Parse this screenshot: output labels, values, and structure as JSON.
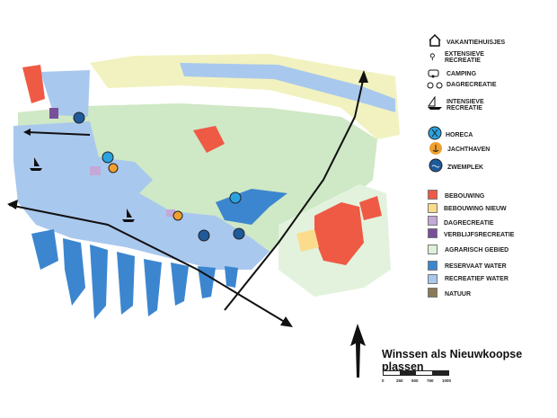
{
  "title": "Winssen als Nieuwkoopse plassen",
  "symbol_legend": [
    {
      "icon": "house-icon",
      "label": "VAKANTIEHUISJES"
    },
    {
      "icon": "extensive-recreation-icon",
      "label_line1": "EXTENSIEVE",
      "label_line2": "RECREATIE"
    },
    {
      "icon": "caravan-icon",
      "label": "CAMPING"
    },
    {
      "icon": "bicycle-icon",
      "label": "DAGRECREATIE"
    },
    {
      "icon": "sailboat-icon",
      "label_line1": "INTENSIEVE",
      "label_line2": "RECREATIE"
    },
    {
      "icon": "horeca-icon",
      "label": "HORECA",
      "color": "#2aa3e0"
    },
    {
      "icon": "anchor-icon",
      "label": "JACHTHAVEN",
      "color": "#f0a030"
    },
    {
      "icon": "swim-icon",
      "label": "ZWEMPLEK",
      "color": "#1f5a9a"
    }
  ],
  "color_legend": [
    {
      "label": "BEBOUWING",
      "color": "#ef5a45"
    },
    {
      "label": "BEBOUWING NIEUW",
      "color": "#fbdc8c"
    },
    {
      "label": "DAGRECREATIE",
      "color": "#c3a8d8"
    },
    {
      "label": "VERBLIJFSRECREATIE",
      "color": "#7a4f9a"
    },
    {
      "label": "AGRARISCH GEBIED",
      "color": "#dff0d8"
    },
    {
      "label": "RESERVAAT WATER",
      "color": "#3c86d0"
    },
    {
      "label": "RECREATIEF WATER",
      "color": "#a9c8ee"
    },
    {
      "label": "NATUUR",
      "color": "#8b7a55"
    }
  ],
  "scale_bar": {
    "ticks": [
      "0",
      "250",
      "500",
      "750",
      "1000"
    ]
  }
}
